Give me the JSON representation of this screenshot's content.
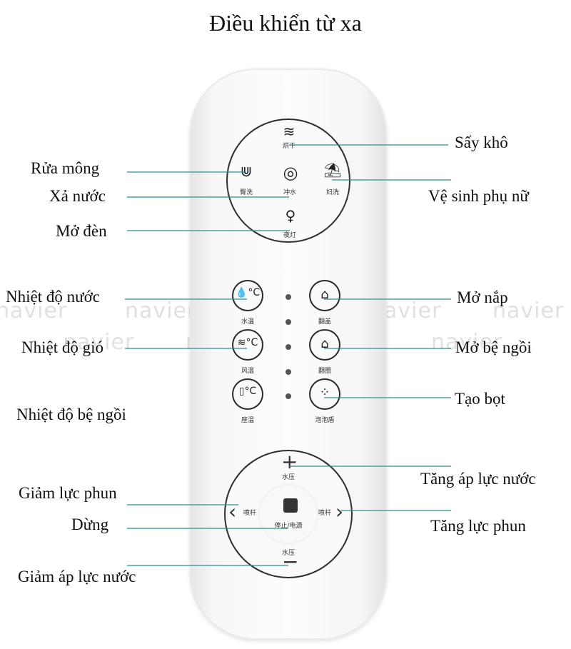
{
  "title": "Điều khiển từ xa",
  "watermark": "navier",
  "labels": {
    "say_kho": "Sấy khô",
    "rua_mong": "Rửa mông",
    "xa_nuoc": "Xả nước",
    "ve_sinh_phu_nu": "Vệ sinh phụ nữ",
    "mo_den": "Mở đèn",
    "nhiet_do_nuoc": "Nhiệt độ nước",
    "mo_nap": "Mở nắp",
    "nhiet_do_gio": "Nhiệt độ gió",
    "mo_be_ngoi": "Mở bệ ngồi",
    "tao_bot": "Tạo bọt",
    "nhiet_do_be_ngoi": "Nhiệt độ bệ ngồi",
    "tang_ap_luc_nuoc": "Tăng áp lực nước",
    "giam_luc_phun": "Giảm lực phun",
    "tang_luc_phun": "Tăng lực phun",
    "dung": "Dừng",
    "giam_ap_luc_nuoc": "Giảm áp lực nước"
  },
  "remote": {
    "dry": "烘干",
    "rear_wash": "臀洗",
    "flush": "冲水",
    "feminine_wash": "妇洗",
    "night_light": "夜灯",
    "water_temp": "水温",
    "flip_lid": "翻盖",
    "air_temp": "风温",
    "flip_seat": "翻圈",
    "seat_temp": "座温",
    "foam_shield": "泡泡盾",
    "water_pressure_up": "水压",
    "nozzle_left": "喷杆",
    "nozzle_right": "喷杆",
    "stop_power": "停止/电源",
    "water_pressure_down": "水压",
    "temp_unit": "°C"
  }
}
